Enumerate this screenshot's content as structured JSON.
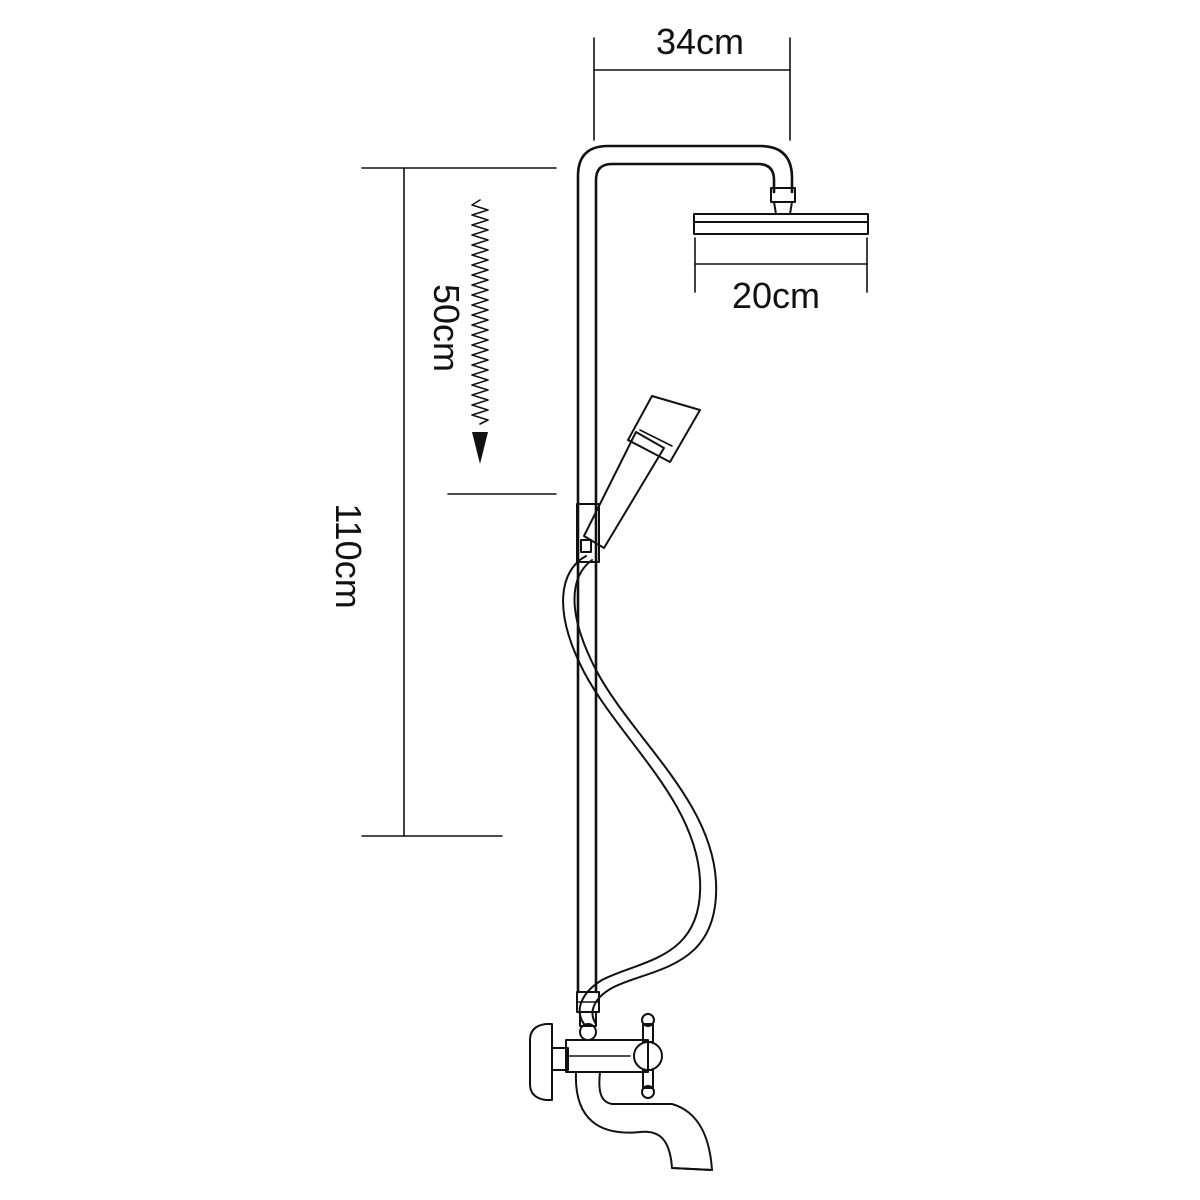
{
  "dimensions": {
    "arm_width": "34cm",
    "head_diameter": "20cm",
    "slide_range": "50cm",
    "total_height": "110cm"
  },
  "colors": {
    "line": "#111111",
    "background": "#ffffff"
  }
}
